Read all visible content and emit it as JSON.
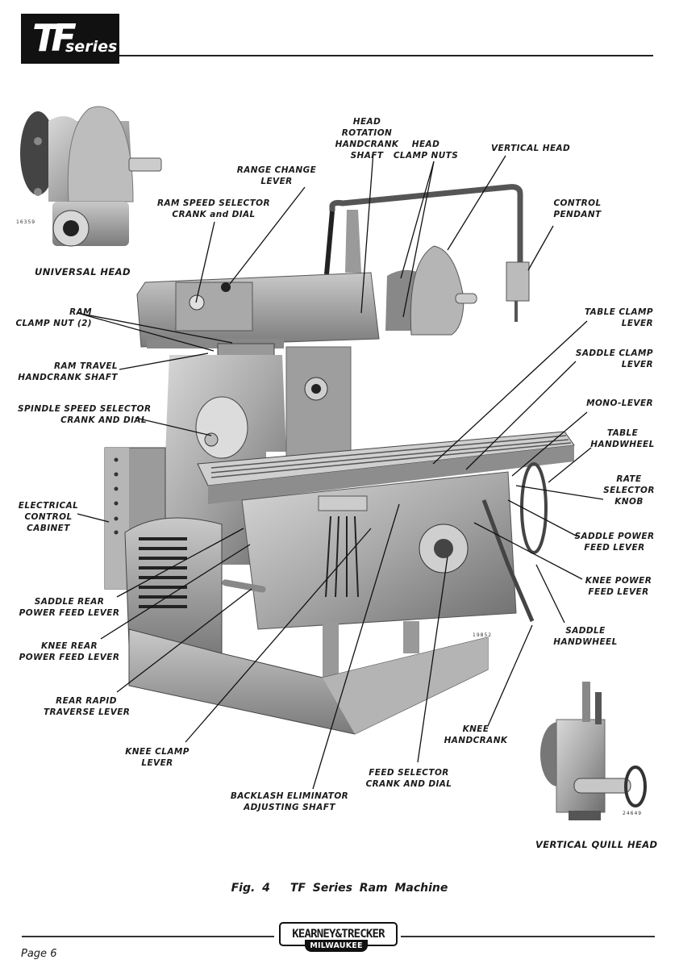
{
  "header": {
    "logo_mark": "TF",
    "logo_word": "series"
  },
  "photos": {
    "universal_head": {
      "caption": "UNIVERSAL HEAD",
      "photo_number": "16359"
    },
    "main_machine": {
      "photo_number": "19852"
    },
    "vertical_quill_head": {
      "caption": "VERTICAL QUILL HEAD",
      "photo_number": "24649"
    }
  },
  "callouts": {
    "head_rotation_handcrank_shaft": [
      "HEAD",
      "ROTATION",
      "HANDCRANK",
      "SHAFT"
    ],
    "head_clamp_nuts": [
      "HEAD",
      "CLAMP NUTS"
    ],
    "vertical_head": [
      "VERTICAL HEAD"
    ],
    "range_change_lever": [
      "RANGE CHANGE",
      "LEVER"
    ],
    "ram_speed_selector": [
      "RAM SPEED SELECTOR",
      "CRANK and DIAL"
    ],
    "control_pendant": [
      "CONTROL",
      "PENDANT"
    ],
    "ram_clamp_nut": [
      "RAM",
      "CLAMP NUT (2)"
    ],
    "ram_travel_handcrank_shaft": [
      "RAM TRAVEL",
      "HANDCRANK SHAFT"
    ],
    "spindle_speed_selector": [
      "SPINDLE SPEED SELECTOR",
      "CRANK AND DIAL"
    ],
    "electrical_control_cabinet": [
      "ELECTRICAL",
      "CONTROL",
      "CABINET"
    ],
    "table_clamp_lever": [
      "TABLE CLAMP",
      "LEVER"
    ],
    "saddle_clamp_lever": [
      "SADDLE CLAMP",
      "LEVER"
    ],
    "mono_lever": [
      "MONO-LEVER"
    ],
    "table_handwheel": [
      "TABLE",
      "HANDWHEEL"
    ],
    "rate_selector_knob": [
      "RATE",
      "SELECTOR",
      "KNOB"
    ],
    "saddle_power_feed_lever": [
      "SADDLE POWER",
      "FEED LEVER"
    ],
    "knee_power_feed_lever": [
      "KNEE POWER",
      "FEED LEVER"
    ],
    "saddle_handwheel": [
      "SADDLE",
      "HANDWHEEL"
    ],
    "saddle_rear_power_feed_lever": [
      "SADDLE REAR",
      "POWER FEED LEVER"
    ],
    "knee_rear_power_feed_lever": [
      "KNEE REAR",
      "POWER FEED LEVER"
    ],
    "rear_rapid_traverse_lever": [
      "REAR RAPID",
      "TRAVERSE LEVER"
    ],
    "knee_clamp_lever": [
      "KNEE CLAMP",
      "LEVER"
    ],
    "knee_handcrank": [
      "KNEE",
      "HANDCRANK"
    ],
    "feed_selector": [
      "FEED SELECTOR",
      "CRANK AND DIAL"
    ],
    "backlash_eliminator": [
      "BACKLASH ELIMINATOR",
      "ADJUSTING SHAFT"
    ]
  },
  "figure": {
    "number": "Fig. 4",
    "title": "TF Series Ram Machine"
  },
  "footer": {
    "brand_top": "KEARNEY&TRECKER",
    "brand_bottom": "MILWAUKEE",
    "page": "Page 6"
  }
}
